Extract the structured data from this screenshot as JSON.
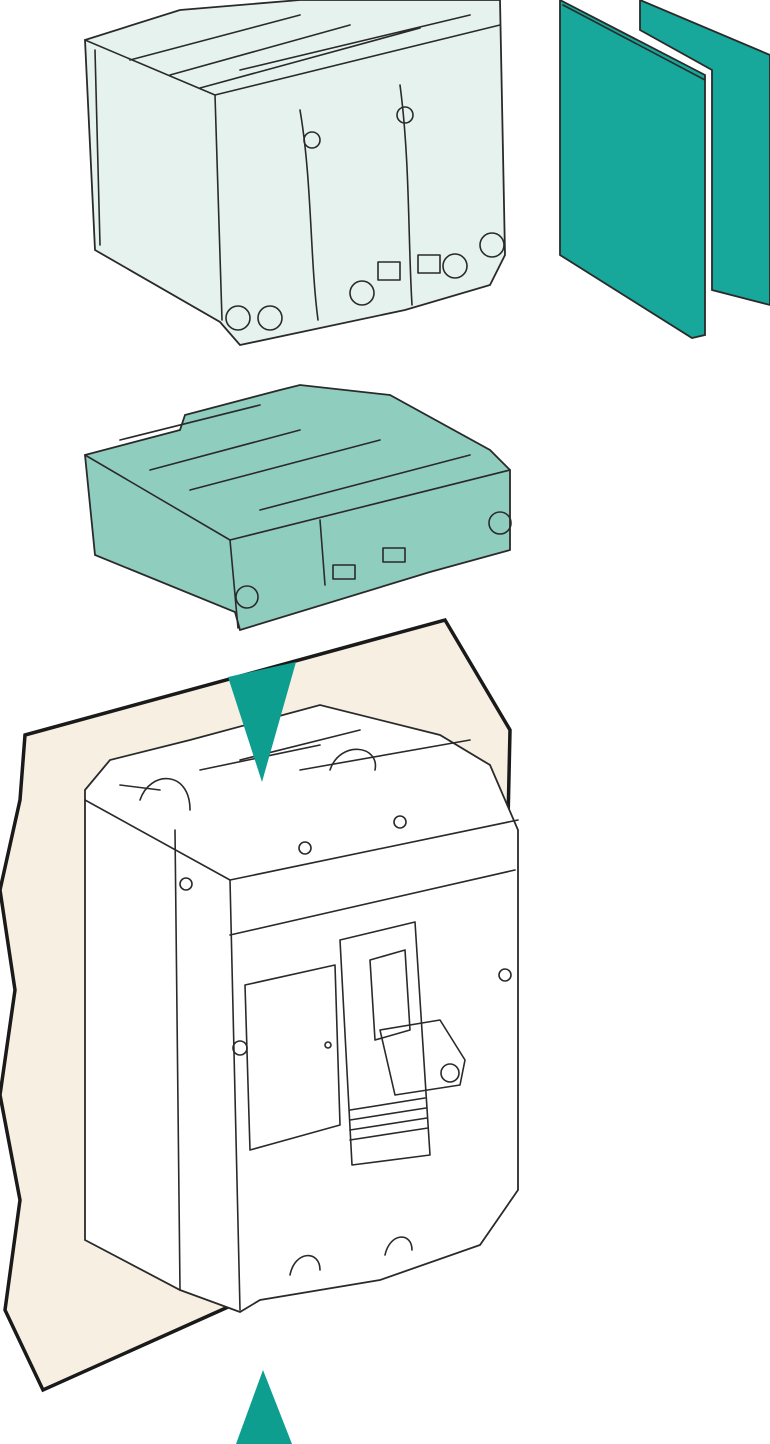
{
  "illustration": {
    "parts": [
      "terminal-cover",
      "phase-barriers",
      "terminal-shield",
      "circuit-breaker",
      "insertion-arrows"
    ]
  },
  "colors": {
    "terminal_cover": "#e6f2ee",
    "phase_barrier": "#17a89b",
    "terminal_shield": "#8fcdbf",
    "panel_background": "#f6efe2",
    "arrow": "#0e9e90",
    "breaker_body": "#ffffff",
    "outline": "#2a2a2a"
  }
}
